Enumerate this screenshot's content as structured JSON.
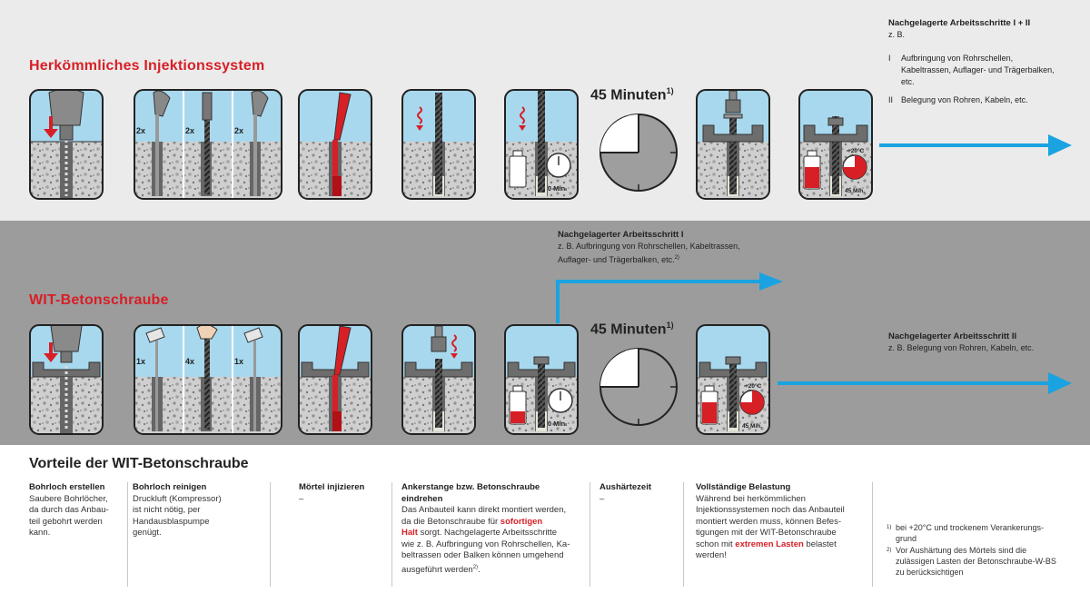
{
  "top": {
    "title": "Herkömmliches Injektionssystem",
    "minutes_label": "45 Minuten",
    "minutes_sup": "1)",
    "labels": {
      "times2": "2x",
      "zero_min": "0 Min.",
      "temp": "+20°C",
      "cure_min": "45 Min."
    },
    "note": {
      "heading": "Nachgelagerte Arbeitsschritte I + II",
      "intro": "z. B.",
      "item1_num": "I",
      "item1_lines": [
        "Aufbringung von Rohrschellen,",
        "Kabeltrassen, Auflager- und Trägerbalken,",
        "etc."
      ],
      "item2_num": "II",
      "item2_text": "Belegung von Rohren, Kabeln, etc."
    }
  },
  "mid": {
    "title": "WIT-Betonschraube",
    "minutes_label": "45 Minuten",
    "minutes_sup": "1)",
    "labels": {
      "times1a": "1x",
      "times4": "4x",
      "times1b": "1x",
      "zero_min": "0 Min.",
      "temp": "+20°C",
      "cure_min": "45 Min."
    },
    "note1": {
      "heading": "Nachgelagerter Arbeitsschritt I",
      "lines": [
        "z. B. Aufbringung von Rohrschellen, Kabeltrassen,",
        "Auflager- und Trägerbalken, etc."
      ],
      "sup": "2)"
    },
    "note2": {
      "heading": "Nachgelagerter Arbeitsschritt II",
      "line": "z. B. Belegung von Rohren, Kabeln, etc."
    }
  },
  "advantages": {
    "title": "Vorteile der WIT-Betonschraube",
    "col1": {
      "heading": "Bohrloch erstellen",
      "lines": [
        "Saubere Bohrlöcher,",
        "da durch das Anbau-",
        "teil gebohrt werden",
        "kann."
      ]
    },
    "col2": {
      "heading": "Bohrloch reinigen",
      "lines": [
        "Druckluft (Kompressor)",
        "ist nicht nötig, per",
        "Handausblaspumpe",
        "genügt."
      ]
    },
    "col3": {
      "heading": "Mörtel injizieren",
      "lines": [
        "–"
      ]
    },
    "col4": {
      "heading_lines": [
        "Ankerstange bzw. Betonschraube",
        "eindrehen"
      ],
      "line1": "Das Anbauteil kann direkt montiert werden,",
      "line2_pre": "da die Betonschraube für ",
      "line2_red": "sofortigen",
      "line3_red": "Halt",
      "line3_post": " sorgt. Nachgelagerte Arbeitsschritte",
      "line4": "wie z. B. Aufbringung von Rohrschellen, Ka-",
      "line5": "beltrassen oder Balken können umgehend",
      "line6": "ausgeführt werden",
      "line6_sup": "2)",
      "line6_end": "."
    },
    "col5": {
      "heading": "Aushärtezeit",
      "lines": [
        "–"
      ]
    },
    "col6": {
      "heading": "Vollständige Belastung",
      "line1": "Während bei herkömmlichen",
      "line2": "Injektionssystemen noch das Anbauteil",
      "line3": "montiert werden muss, können Befes-",
      "line4": "tigungen mit der WIT-Betonschraube",
      "line5_pre": "schon mit ",
      "line5_red": "extremen Lasten",
      "line5_post": " belastet",
      "line6": "werden!"
    },
    "footnotes": {
      "fn1_num": "1)",
      "fn1_lines": [
        "bei +20°C und trockenem Verankerungs-",
        "grund"
      ],
      "fn2_num": "2)",
      "fn2_lines": [
        "Vor Aushärtung des Mörtels sind die",
        "zulässigen Lasten der Betonschraube-W-BS",
        "zu berücksichtigen"
      ]
    }
  },
  "colors": {
    "accent_red": "#d71f26",
    "arrow_blue": "#1aa3e0",
    "sky": "#a8d8ee",
    "concrete": "#c9c9c9",
    "top_band": "#ebebeb",
    "mid_band": "#9c9c9c"
  }
}
